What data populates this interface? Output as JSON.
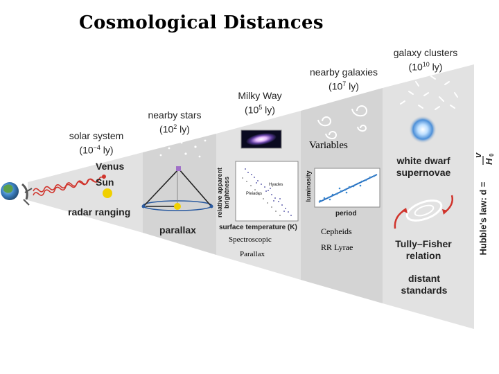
{
  "title": "Cosmological Distances",
  "sections": {
    "solar": {
      "name": "solar system",
      "dist_base": "(10",
      "dist_exp": "−4",
      "dist_unit": " ly)"
    },
    "stars": {
      "name": "nearby stars",
      "dist_base": "(10",
      "dist_exp": "2",
      "dist_unit": " ly)"
    },
    "milky": {
      "name": "Milky Way",
      "dist_base": "(10",
      "dist_exp": "5",
      "dist_unit": " ly)"
    },
    "galaxies": {
      "name": "nearby galaxies",
      "dist_base": "(10",
      "dist_exp": "7",
      "dist_unit": " ly)"
    },
    "clusters": {
      "name": "galaxy clusters",
      "dist_base": "(10",
      "dist_exp": "10",
      "dist_unit": " ly)"
    }
  },
  "labels": {
    "venus": "Venus",
    "sun": "Sun",
    "radar": "radar ranging",
    "parallax": "parallax",
    "hr_ylabel_1": "relative apparent",
    "hr_ylabel_2": "brightness",
    "hr_xlabel": "surface temperature (K)",
    "hr_hyades": "Hyades",
    "hr_pleiades": "Pleiades",
    "lum_ylabel": "luminosity",
    "lum_xlabel": "period",
    "wd_1": "white dwarf",
    "wd_2": "supernovae",
    "tf_1": "Tully–Fisher",
    "tf_2": "relation",
    "ds_1": "distant",
    "ds_2": "standards",
    "hubble": "Hubble's law: d = "
  },
  "annotations": {
    "variables": "Variables",
    "spectroscopic": "Spectroscopic",
    "spect_parallax": "Parallax",
    "cepheids": "Cepheids",
    "rr_lyrae": "RR Lyrae"
  },
  "colors": {
    "panel_light": "#e2e2e2",
    "panel_dark": "#d2d2d2",
    "text_dark": "#222222",
    "radar_red": "#d0342c",
    "sun_yellow": "#f0d000",
    "star_blue": "#3a78c8",
    "parallax_purple": "#a070c8"
  }
}
